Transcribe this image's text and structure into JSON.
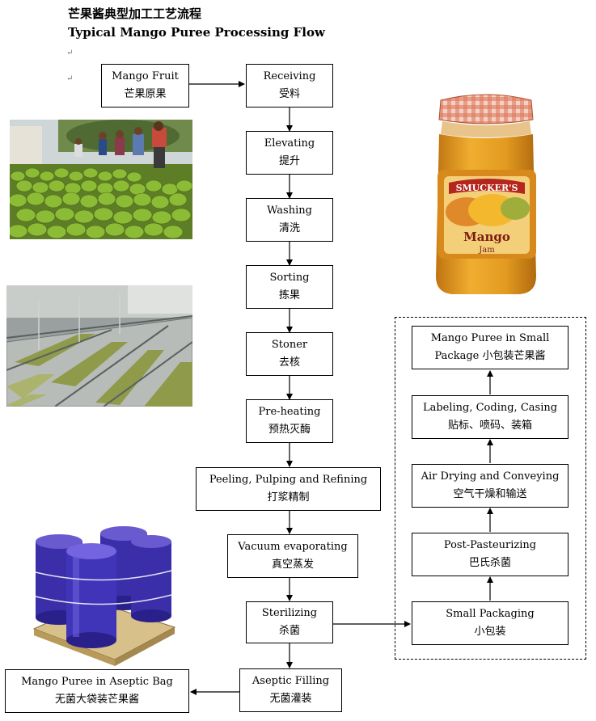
{
  "title": {
    "cn": "芒果酱典型加工工艺流程",
    "en": "Typical Mango Puree Processing Flow"
  },
  "steps": {
    "mango_fruit": {
      "en": "Mango Fruit",
      "cn": "芒果原果"
    },
    "receiving": {
      "en": "Receiving",
      "cn": "受料"
    },
    "elevating": {
      "en": "Elevating",
      "cn": "提升"
    },
    "washing": {
      "en": "Washing",
      "cn": "清洗"
    },
    "sorting": {
      "en": "Sorting",
      "cn": "拣果"
    },
    "stoner": {
      "en": "Stoner",
      "cn": "去核"
    },
    "preheating": {
      "en": "Pre-heating",
      "cn": "预热灭酶"
    },
    "peeling": {
      "en": "Peeling, Pulping and Refining",
      "cn": "打浆精制"
    },
    "vacuum": {
      "en": "Vacuum evaporating",
      "cn": "真空蒸发"
    },
    "sterilizing": {
      "en": "Sterilizing",
      "cn": "杀菌"
    },
    "aseptic_filling": {
      "en": "Aseptic Filling",
      "cn": "无菌灌装"
    },
    "aseptic_bag": {
      "en": "Mango Puree in Aseptic Bag",
      "cn": "无菌大袋装芒果酱"
    },
    "small_packaging": {
      "en": "Small Packaging",
      "cn": "小包装"
    },
    "post_pasteurizing": {
      "en": "Post-Pasteurizing",
      "cn": "巴氏杀菌"
    },
    "air_drying": {
      "en": "Air Drying and Conveying",
      "cn": "空气干燥和输送"
    },
    "labeling": {
      "en": "Labeling, Coding, Casing",
      "cn": "贴标、喷码、装箱"
    },
    "small_package": {
      "en": "Mango Puree in Small",
      "cn": "Package 小包装芒果酱"
    }
  },
  "jar_label": {
    "brand": "SMUCKER'S",
    "product": "Mango",
    "type": "Jam"
  },
  "colors": {
    "jar_orange": "#e8a020",
    "barrel_blue": "#3a2fa8",
    "mango_green": "#7fae2a"
  }
}
